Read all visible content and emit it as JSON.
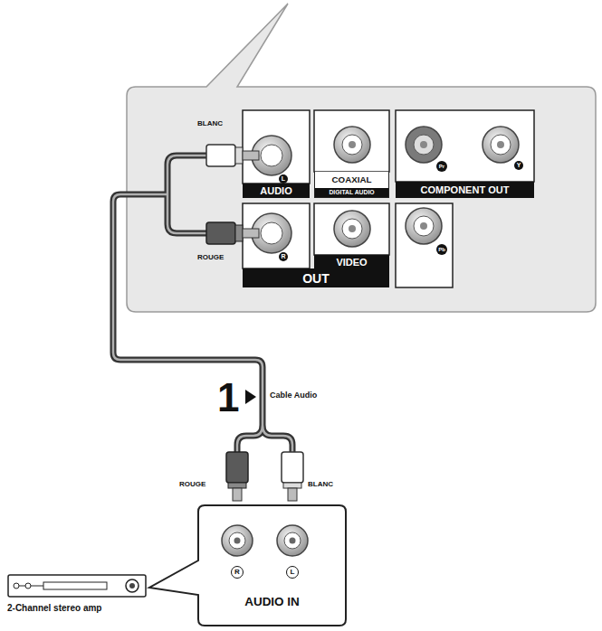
{
  "diagram": {
    "nodes": [
      {
        "text": [
          "AUDIO"
        ]
      },
      {
        "text": [
          "COAXIAL",
          "DIGITAL AUDIO"
        ]
      },
      {
        "text": [
          "COMPONENT OUT"
        ]
      },
      {
        "text": [
          "VIDEO"
        ]
      },
      {
        "text": [
          "OUT"
        ]
      },
      {
        "text": [
          "AUDIO IN"
        ]
      },
      {
        "text": [
          "2-Channel stereo amp"
        ]
      }
    ],
    "labels": [
      "BLANC",
      "L",
      "Pr",
      "Y",
      "R",
      "Pb",
      "ROUGE",
      "1",
      "Cable Audio",
      "ROUGE",
      "BLANC",
      "R",
      "L"
    ]
  }
}
